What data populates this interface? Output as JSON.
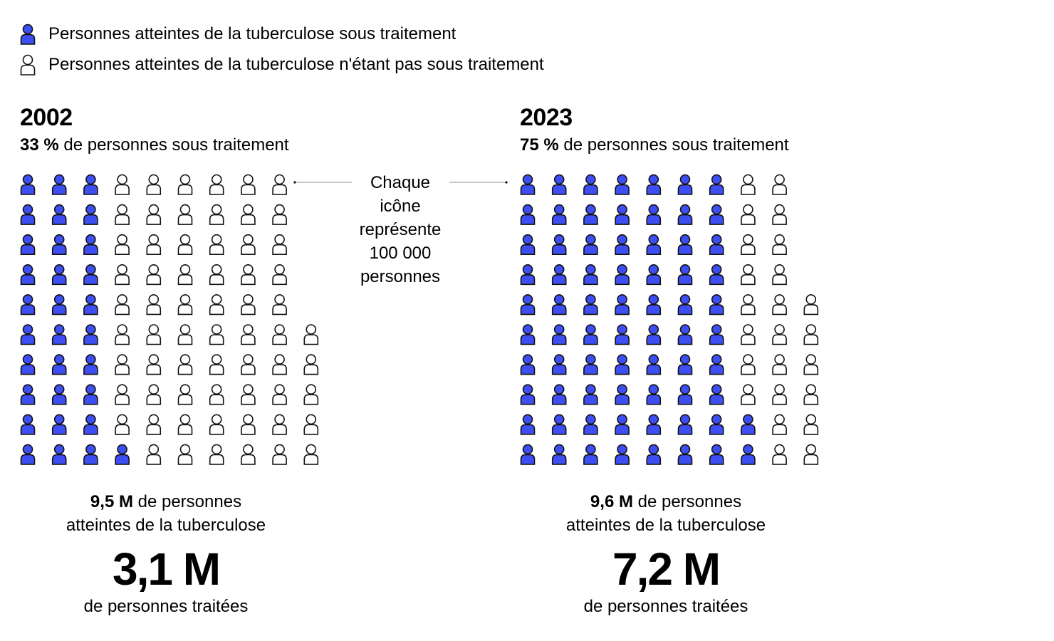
{
  "legend": {
    "treated_label": "Personnes atteintes de la tuberculose sous traitement",
    "untreated_label": "Personnes atteintes de la tuberculose n'étant pas sous traitement",
    "treated_icon": "person-filled-icon",
    "untreated_icon": "person-outline-icon"
  },
  "note": "Chaque icône représente 100 000 personnes",
  "colors": {
    "treated": "#3d4ef2",
    "stroke": "#111111",
    "connector": "#b5b5b5"
  },
  "panels": [
    {
      "year": "2002",
      "pct_value": "33 %",
      "pct_text": " de personnes sous traitement",
      "total_value": "9,5 M",
      "total_text_1": " de personnes",
      "total_text_2": "atteintes de la tuberculose",
      "treated_value": "3,1 M",
      "treated_text": "de personnes traitées"
    },
    {
      "year": "2023",
      "pct_value": "75 %",
      "pct_text": " de personnes sous traitement",
      "total_value": "9,6 M",
      "total_text_1": " de personnes",
      "total_text_2": "atteintes de la tuberculose",
      "treated_value": "7,2 M",
      "treated_text": "de personnes traitées"
    }
  ],
  "chart_data": [
    {
      "type": "pictogram",
      "title": "2002",
      "unit": "100 000 personnes par icône",
      "total_icons": 95,
      "treated_icons": 31,
      "untreated_icons": 64,
      "rows": [
        {
          "icons": 9,
          "treated": 3
        },
        {
          "icons": 9,
          "treated": 3
        },
        {
          "icons": 9,
          "treated": 3
        },
        {
          "icons": 9,
          "treated": 3
        },
        {
          "icons": 9,
          "treated": 3
        },
        {
          "icons": 10,
          "treated": 3
        },
        {
          "icons": 10,
          "treated": 3
        },
        {
          "icons": 10,
          "treated": 3
        },
        {
          "icons": 10,
          "treated": 3
        },
        {
          "icons": 10,
          "treated": 4
        }
      ]
    },
    {
      "type": "pictogram",
      "title": "2023",
      "unit": "100 000 personnes par icône",
      "total_icons": 96,
      "treated_icons": 72,
      "untreated_icons": 24,
      "rows": [
        {
          "icons": 9,
          "treated": 7
        },
        {
          "icons": 9,
          "treated": 7
        },
        {
          "icons": 9,
          "treated": 7
        },
        {
          "icons": 9,
          "treated": 7
        },
        {
          "icons": 10,
          "treated": 7
        },
        {
          "icons": 10,
          "treated": 7
        },
        {
          "icons": 10,
          "treated": 7
        },
        {
          "icons": 10,
          "treated": 7
        },
        {
          "icons": 10,
          "treated": 8
        },
        {
          "icons": 10,
          "treated": 8
        }
      ]
    }
  ]
}
